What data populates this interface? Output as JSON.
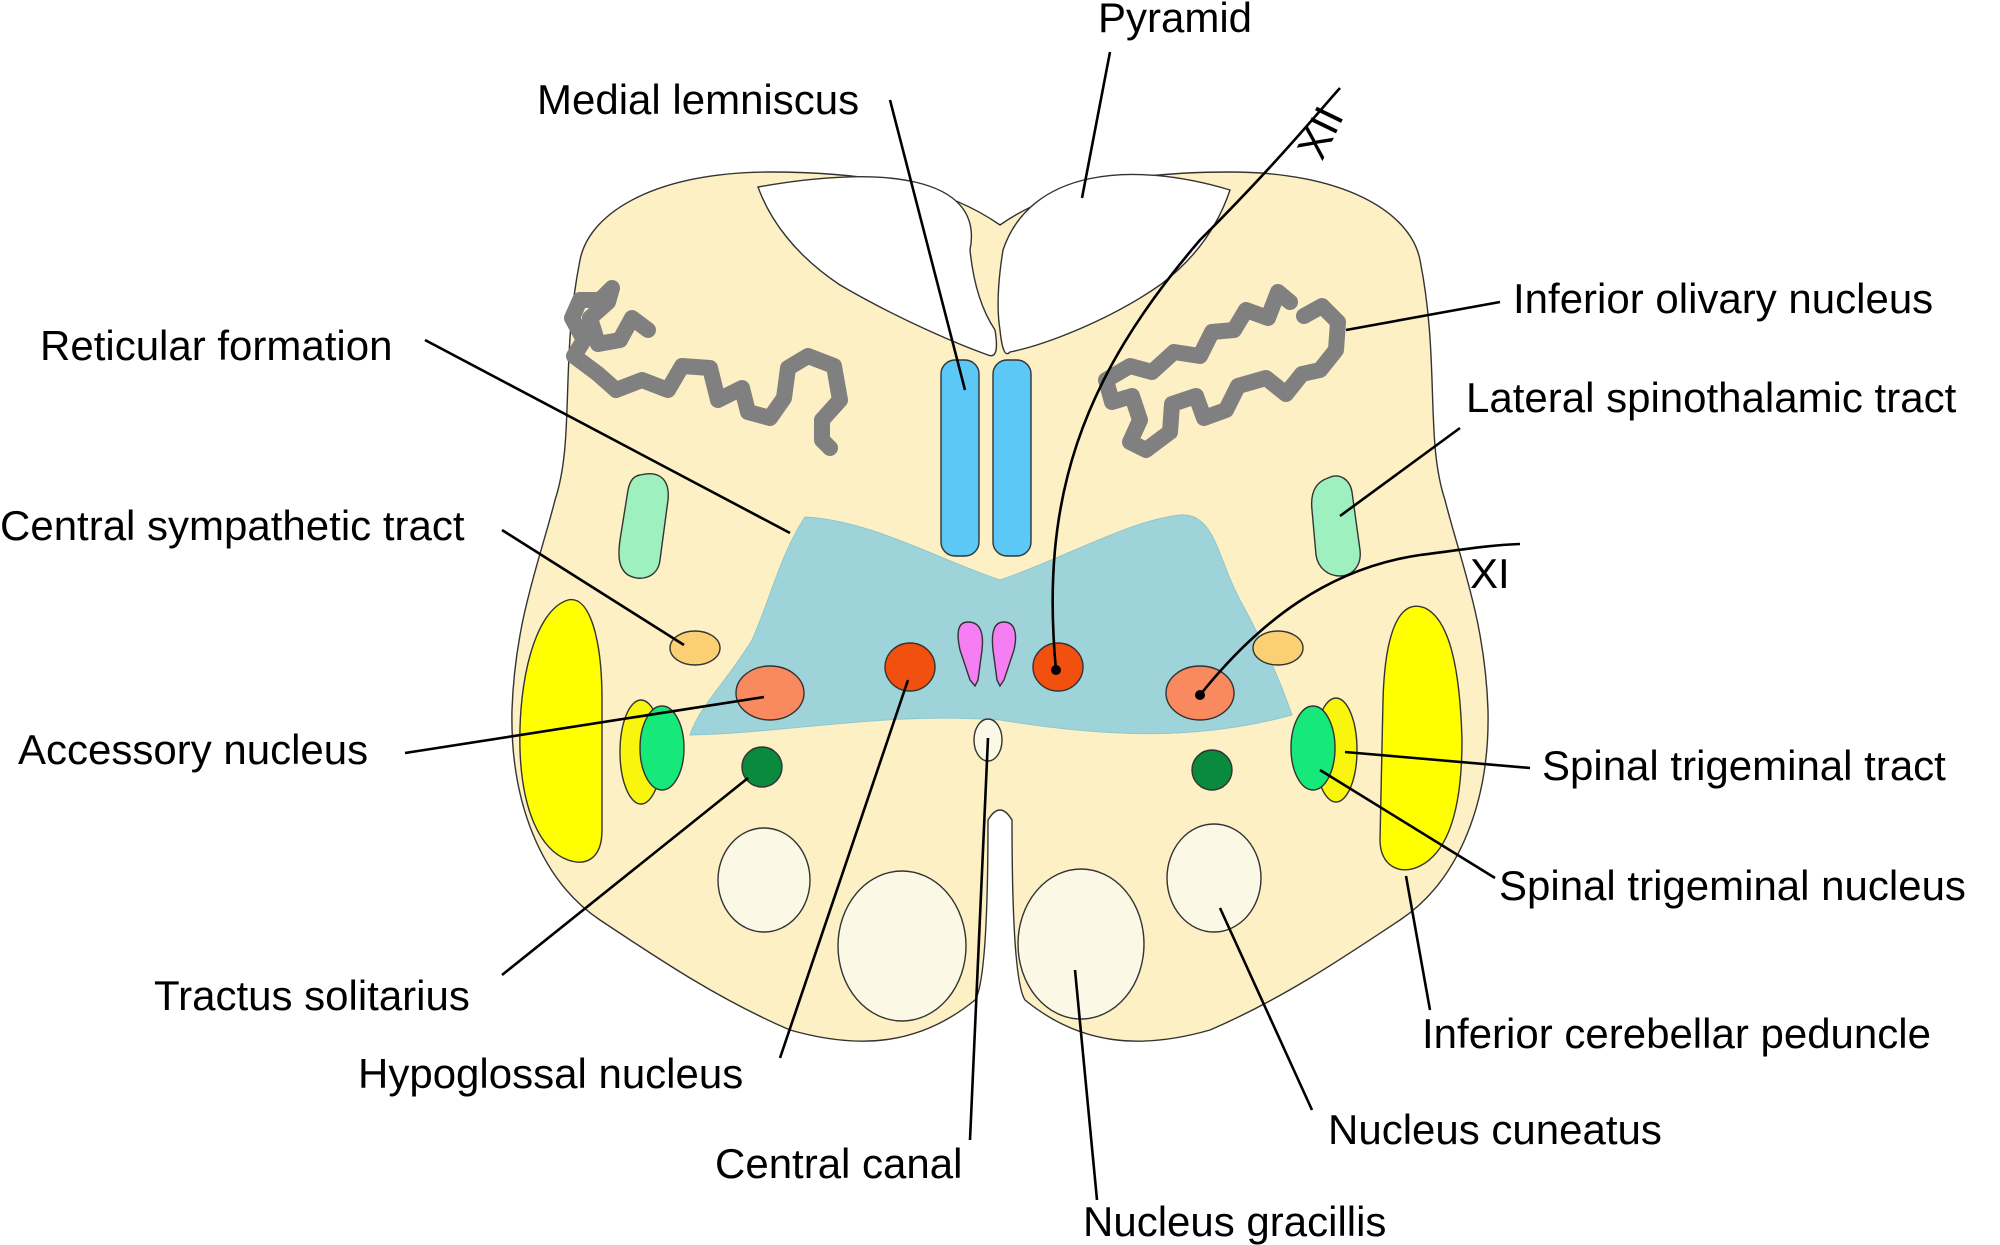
{
  "colors": {
    "medulla_fill": "#fdf0c4",
    "pyramid_fill": "#ffffff",
    "medial_lemniscus": "#5bc8f5",
    "reticular_formation": "#9fd3da",
    "inferior_olivary_nucleus": "#808080",
    "lateral_spinothalamic_tract": "#9ff0bf",
    "central_sympathetic_tract": "#fbcf73",
    "accessory_nucleus": "#f98a5f",
    "hypoglossal_nucleus": "#f2500f",
    "dorsal_motor_nucleus": "#f47ef2",
    "tractus_solitarius": "#0a8a3c",
    "spinal_trigeminal_tract": "#16e87a",
    "spinal_trigeminal_nucleus": "#faf50c",
    "inferior_cerebellar_peduncle": "#ffff00",
    "dorsal_column_nuclei": "#fbf8e6"
  },
  "labels": {
    "pyramid": "Pyramid",
    "medial_lemniscus": "Medial lemniscus",
    "nerve_xii": "XII",
    "inferior_olivary_nucleus": "Inferior olivary nucleus",
    "reticular_formation": "Reticular formation",
    "lateral_spinothalamic_tract": "Lateral spinothalamic tract",
    "central_sympathetic_tract": "Central sympathetic tract",
    "nerve_xi": "XI",
    "accessory_nucleus": "Accessory nucleus",
    "spinal_trigeminal_tract": "Spinal trigeminal tract",
    "spinal_trigeminal_nucleus": "Spinal trigeminal nucleus",
    "tractus_solitarius": "Tractus solitarius",
    "inferior_cerebellar_peduncle": "Inferior cerebellar peduncle",
    "hypoglossal_nucleus": "Hypoglossal nucleus",
    "nucleus_cuneatus": "Nucleus cuneatus",
    "central_canal": "Central canal",
    "nucleus_gracillis": "Nucleus gracillis"
  }
}
